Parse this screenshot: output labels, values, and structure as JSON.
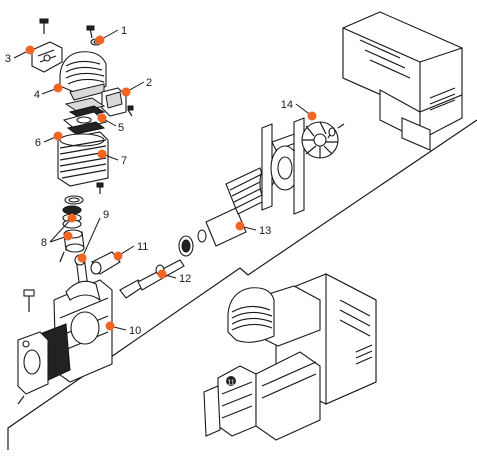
{
  "accent_color": "#f26522",
  "callouts": [
    {
      "label": "1"
    },
    {
      "label": "2"
    },
    {
      "label": "3"
    },
    {
      "label": "4"
    },
    {
      "label": "5"
    },
    {
      "label": "6"
    },
    {
      "label": "7"
    },
    {
      "label": "8"
    },
    {
      "label": "9"
    },
    {
      "label": "10"
    },
    {
      "label": "11"
    },
    {
      "label": "12"
    },
    {
      "label": "13"
    },
    {
      "label": "14"
    }
  ],
  "assembled_badge": "11"
}
